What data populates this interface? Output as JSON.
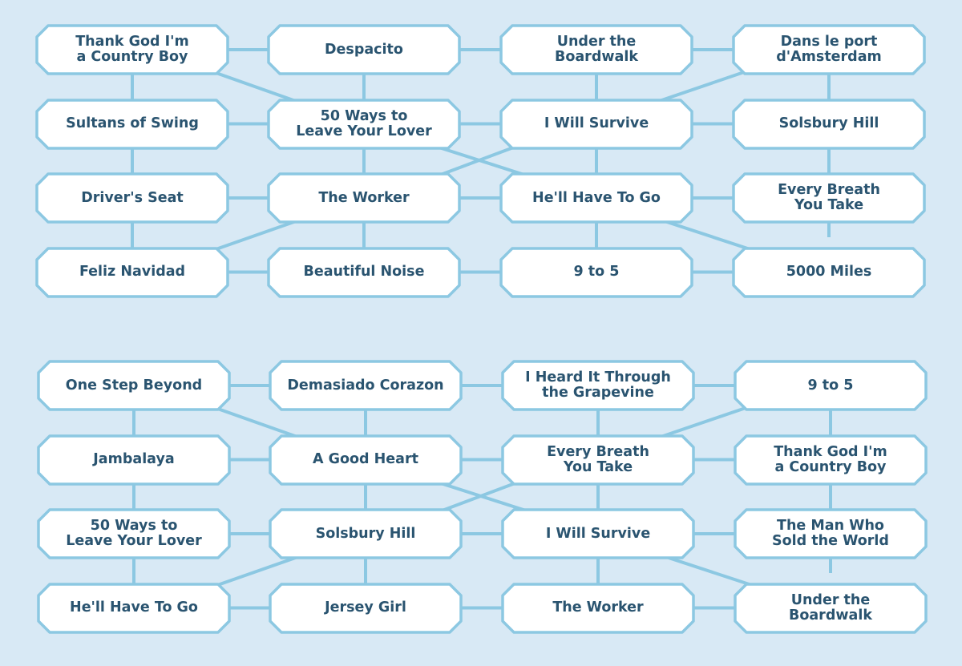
{
  "colors": {
    "background": "#d8e9f5",
    "box_fill": "#ffffff",
    "box_stroke": "#8cc8e2",
    "connector": "#8cc8e2",
    "text": "#2a5470"
  },
  "grids": [
    {
      "rows": [
        [
          "Thank God I'm\na Country Boy",
          "Despacito",
          "Under the Boardwalk",
          "Dans le port\nd'Amsterdam"
        ],
        [
          "Sultans of Swing",
          "50 Ways to\nLeave Your Lover",
          "I Will Survive",
          "Solsbury Hill"
        ],
        [
          "Driver's Seat",
          "The Worker",
          "He'll Have To Go",
          "Every Breath\nYou Take"
        ],
        [
          "Feliz Navidad",
          "Beautiful Noise",
          "9 to 5",
          "5000 Miles"
        ]
      ]
    },
    {
      "rows": [
        [
          "One Step Beyond",
          "Demasiado Corazon",
          "I Heard It Through\nthe Grapevine",
          "9 to 5"
        ],
        [
          "Jambalaya",
          "A Good Heart",
          "Every Breath\nYou Take",
          "Thank God I'm\na Country Boy"
        ],
        [
          "50 Ways to\nLeave Your Lover",
          "Solsbury Hill",
          "I Will Survive",
          "The Man Who\nSold the World"
        ],
        [
          "He'll Have To Go",
          "Jersey Girl",
          "The Worker",
          "Under the Boardwalk"
        ]
      ]
    }
  ]
}
